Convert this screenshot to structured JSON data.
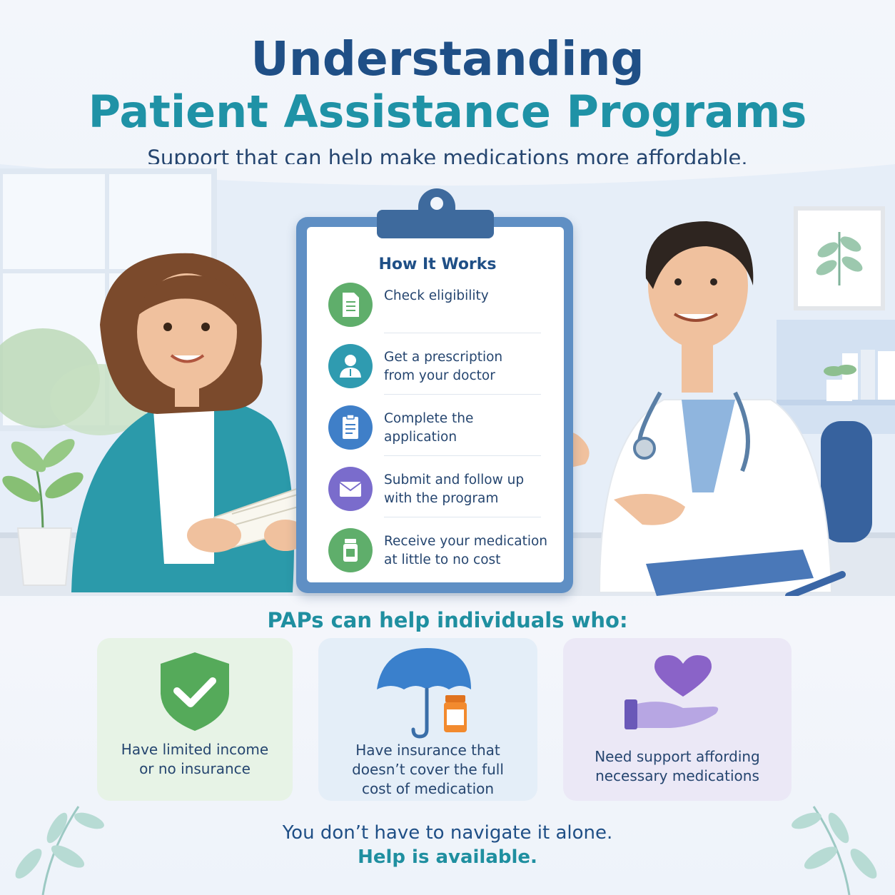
{
  "header": {
    "title_line1": "Understanding",
    "title_line2": "Patient Assistance Programs",
    "subtitle": "Support that can help make medications more affordable."
  },
  "how_it_works": {
    "title": "How It Works",
    "steps": [
      {
        "icon": "document-icon",
        "color": "#5fae6b",
        "line1": "Check eligibility",
        "line2": ""
      },
      {
        "icon": "doctor-icon",
        "color": "#2f9bb0",
        "line1": "Get a prescription",
        "line2": "from your doctor"
      },
      {
        "icon": "clipboard-icon",
        "color": "#3f7fc8",
        "line1": "Complete the",
        "line2": "application"
      },
      {
        "icon": "envelope-icon",
        "color": "#7a6ccc",
        "line1": "Submit and follow up",
        "line2": "with the program"
      },
      {
        "icon": "medicine-bottle-icon",
        "color": "#5fae6b",
        "line1": "Receive your medication",
        "line2": "at little to no cost"
      }
    ]
  },
  "paps": {
    "title": "PAPs can help individuals who:",
    "cards": [
      {
        "icon": "shield-check-icon",
        "bg": "#e7f3e6",
        "lines": [
          "Have limited income",
          "or no insurance"
        ]
      },
      {
        "icon": "umbrella-rx-icon",
        "bg": "#e4eef8",
        "lines": [
          "Have insurance that",
          "doesn’t cover the full",
          "cost of medication"
        ]
      },
      {
        "icon": "heart-hand-icon",
        "bg": "#ebe8f6",
        "lines": [
          "Need support affording",
          "necessary medications"
        ]
      }
    ]
  },
  "footer": {
    "line1": "You don’t have to navigate it alone.",
    "line2": "Help is available."
  },
  "colors": {
    "navy": "#1f4f86",
    "teal": "#1f92a6",
    "clipboard": "#5f8fc4"
  }
}
